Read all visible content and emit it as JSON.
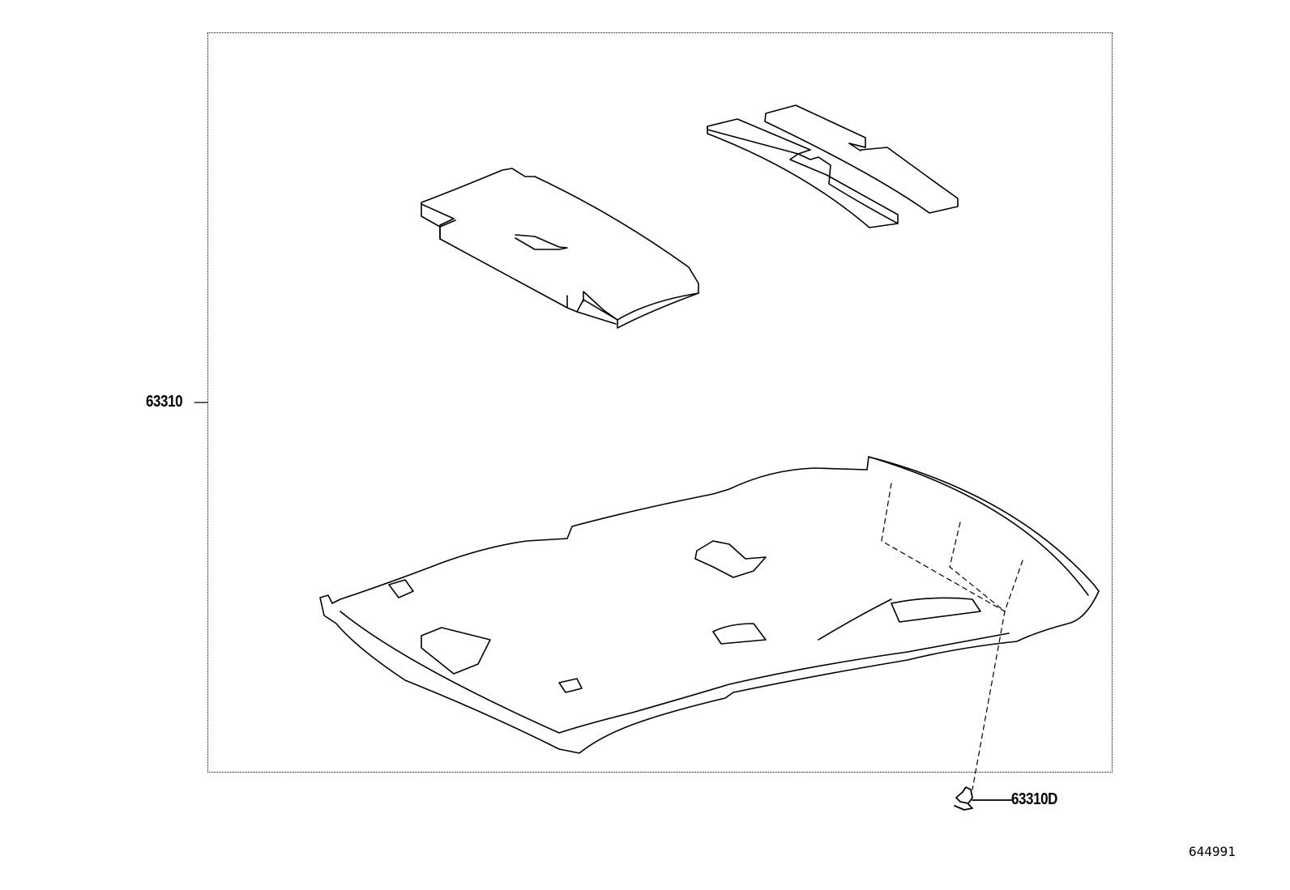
{
  "diagram": {
    "title": "Headliner / Roof Lining Parts Diagram",
    "figure_number": "644991",
    "callouts": [
      {
        "id": "main",
        "part_number": "63310",
        "target": "roof headlining assembly (enclosed frame)"
      },
      {
        "id": "clip",
        "part_number": "63310D",
        "target": "headlining clip"
      }
    ],
    "components": [
      {
        "name": "roof silencer pad (large)"
      },
      {
        "name": "roof silencer pads (two strips)"
      },
      {
        "name": "roof headliner panel"
      },
      {
        "name": "headliner clip"
      }
    ],
    "colors": {
      "line": "#000000",
      "background": "#ffffff"
    }
  }
}
